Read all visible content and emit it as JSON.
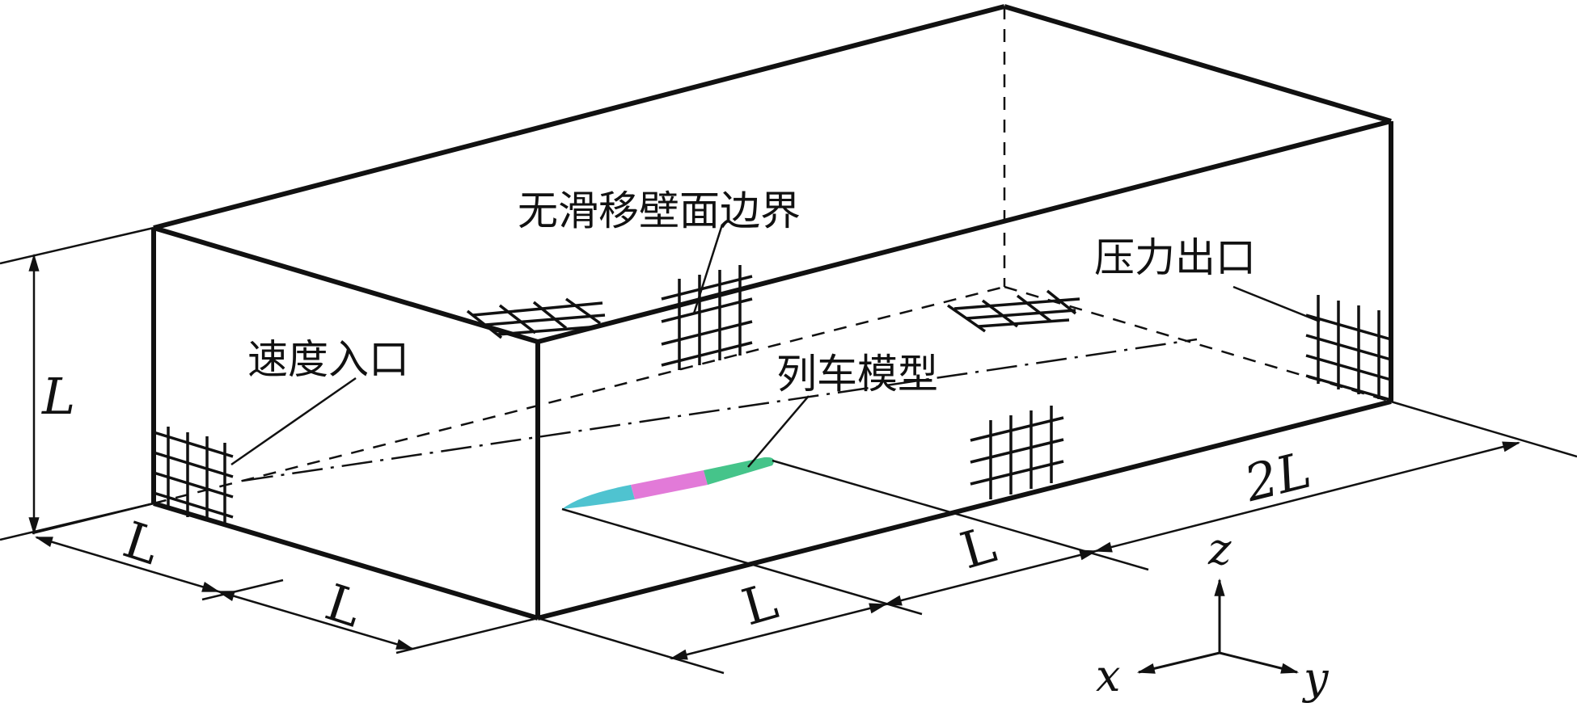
{
  "labels": {
    "wall": "无滑移壁面边界",
    "outlet": "压力出口",
    "inlet": "速度入口",
    "train": "列车模型"
  },
  "dimensions": {
    "height": "L",
    "front_left_1": "L",
    "front_left_2": "L",
    "side_1": "L",
    "side_2": "L",
    "side_3": "2L"
  },
  "axes": {
    "z": "z",
    "x": "x",
    "y": "y"
  },
  "colors": {
    "line": "#111111",
    "train_cyan": "#4fc3d0",
    "train_magenta": "#e27ad8",
    "train_green": "#45c48a"
  }
}
